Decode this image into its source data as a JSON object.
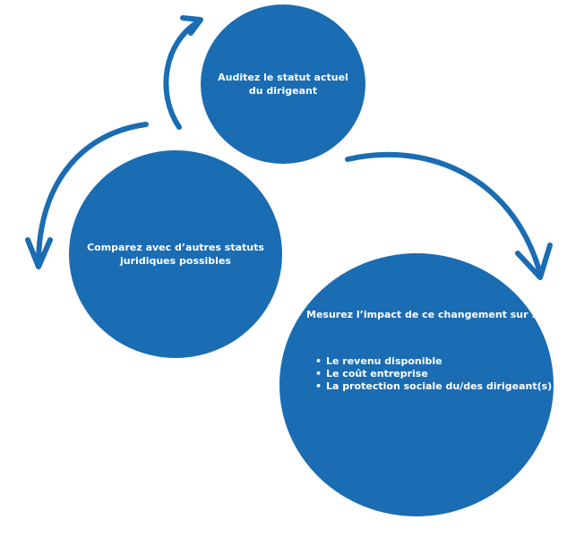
{
  "colors": {
    "primary": "#1a6cb3",
    "text_on_primary": "#ffffff",
    "background": "#ffffff"
  },
  "steps": [
    {
      "label": "Auditez le statut actuel du dirigeant"
    },
    {
      "label": "Comparez avec d’autres statuts juridiques possibles"
    },
    {
      "label": "Mesurez l’impact de ce changement sur :",
      "items": [
        "Le revenu disponible",
        "Le coût entreprise",
        "La protection sociale du/des dirigeant(s)"
      ]
    }
  ],
  "icons": {
    "arrow_to_step_1": "curved-arrow-up-right-icon",
    "arrow_to_step_2": "curved-arrow-down-left-icon",
    "arrow_to_step_3": "curved-arrow-down-right-icon",
    "bullet": "•"
  }
}
